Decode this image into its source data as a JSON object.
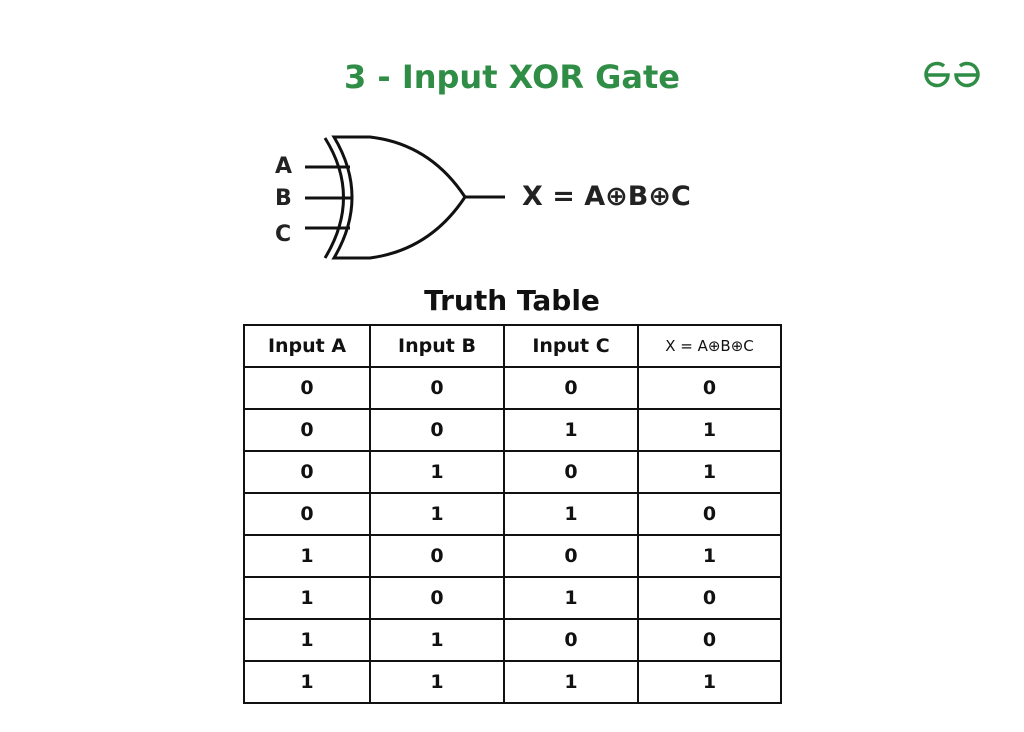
{
  "title": "3 - Input XOR Gate",
  "logo": "GeeksforGeeks",
  "colors": {
    "accent": "#2f8d46"
  },
  "gate": {
    "inputs": [
      "A",
      "B",
      "C"
    ],
    "output_expression": "X = A⊕B⊕C"
  },
  "truth_table": {
    "title": "Truth Table",
    "headers": [
      "Input A",
      "Input B",
      "Input C",
      "X = A⊕B⊕C"
    ],
    "rows": [
      [
        "0",
        "0",
        "0",
        "0"
      ],
      [
        "0",
        "0",
        "1",
        "1"
      ],
      [
        "0",
        "1",
        "0",
        "1"
      ],
      [
        "0",
        "1",
        "1",
        "0"
      ],
      [
        "1",
        "0",
        "0",
        "1"
      ],
      [
        "1",
        "0",
        "1",
        "0"
      ],
      [
        "1",
        "1",
        "0",
        "0"
      ],
      [
        "1",
        "1",
        "1",
        "1"
      ]
    ]
  }
}
